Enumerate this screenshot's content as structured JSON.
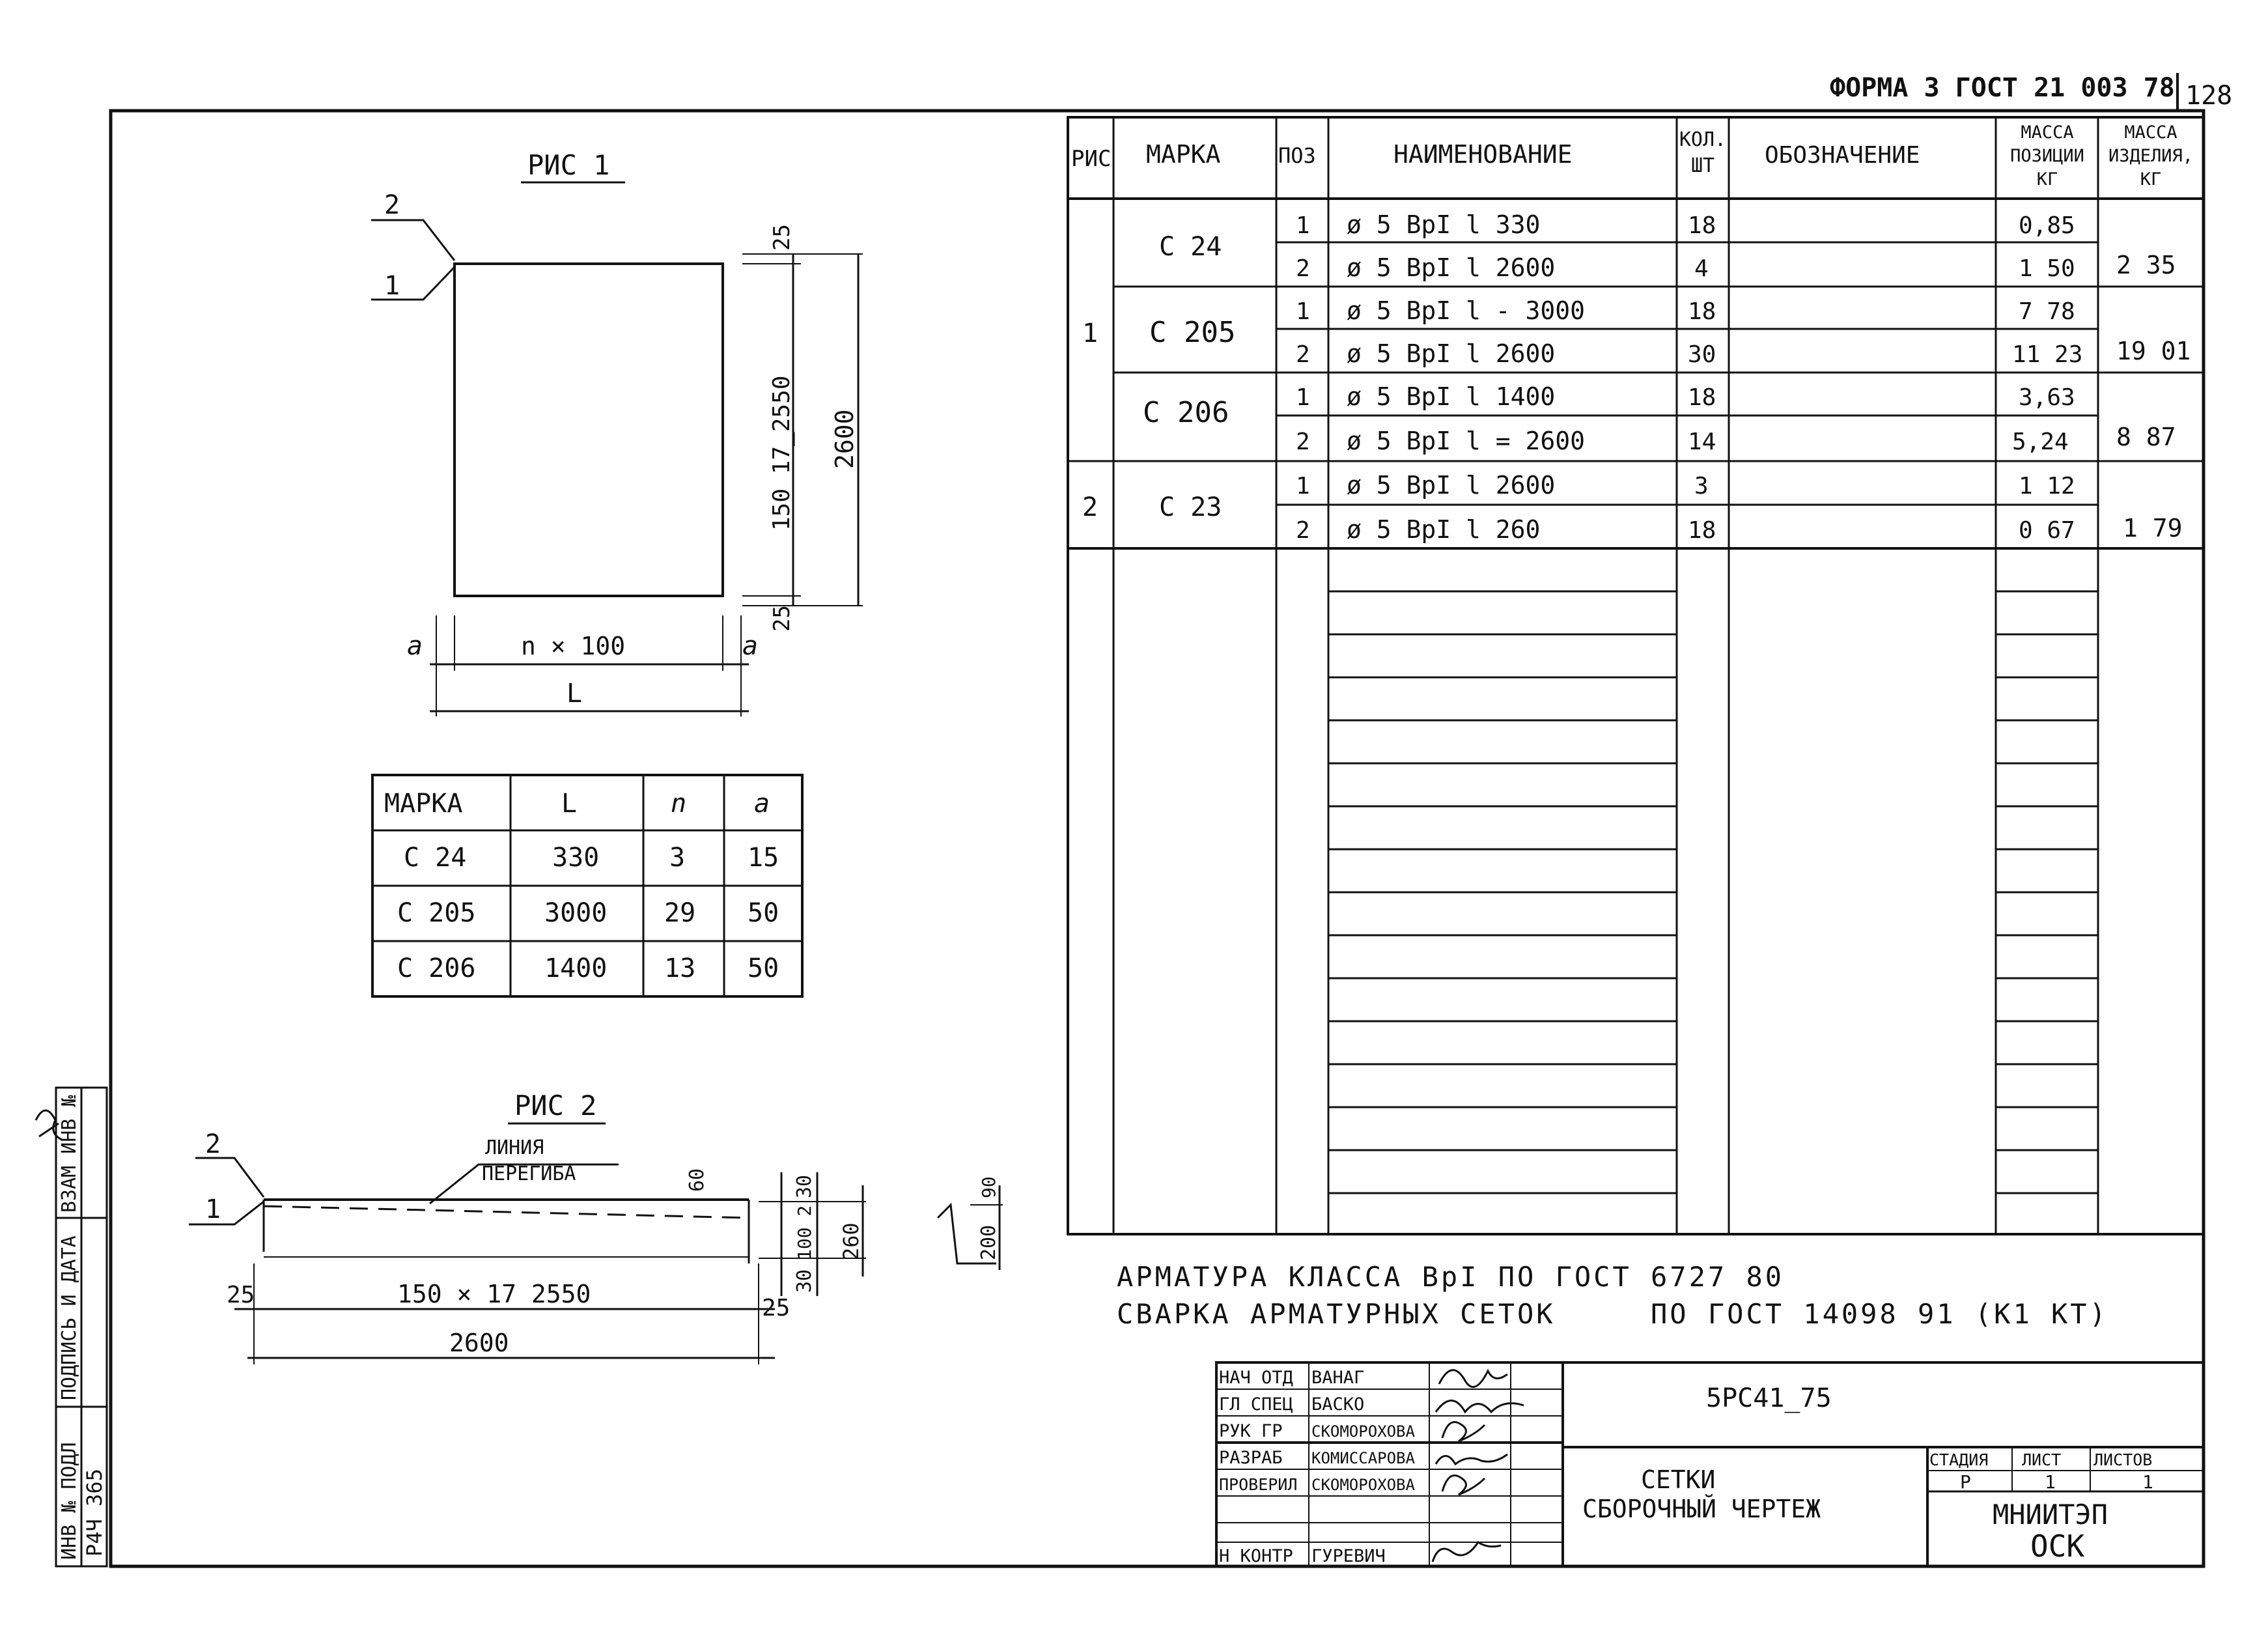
{
  "page_header": {
    "form_label": "ФОРМА 3 ГОСТ 21 003 78",
    "page_number": "128"
  },
  "fig1": {
    "title": "РИС 1",
    "pos_labels": [
      "2",
      "1"
    ],
    "dim_top": "25",
    "dim_side": "150 17_2550",
    "dim_total": "2600",
    "dim_bottom": "25",
    "dim_a_left": "a",
    "dim_a_right": "a",
    "dim_n": "n × 100",
    "dim_L": "L"
  },
  "dims_table": {
    "headers": [
      "МАРКА",
      "L",
      "n",
      "a"
    ],
    "rows": [
      [
        "С 24",
        "330",
        "3",
        "15"
      ],
      [
        "С 205",
        "3000",
        "29",
        "50"
      ],
      [
        "С 206",
        "1400",
        "13",
        "50"
      ]
    ]
  },
  "fig2": {
    "title": "РИС 2",
    "pos_labels": [
      "2",
      "1"
    ],
    "bend_line": [
      "ЛИНИЯ",
      "ПЕРЕГИБА"
    ],
    "dim_60": "60",
    "dim_30_top": "30",
    "dim_100": "100 2",
    "dim_260": "260",
    "dim_30_bot": "30",
    "dim_25_left": "25",
    "dim_25_right": "25",
    "dim_span": "150 × 17  2550",
    "dim_total": "2600",
    "detail_200": "200",
    "detail_90": "90"
  },
  "spec_table": {
    "headers": [
      "РИС",
      "МАРКА",
      "ПОЗ",
      "НАИМЕНОВАНИЕ",
      "КОЛ. ШТ",
      "ОБОЗНАЧЕНИЕ",
      "МАССА ПОЗИЦИИ КГ",
      "МАССА ИЗДЕЛИЯ, КГ"
    ],
    "groups": [
      {
        "ris": "1",
        "items": [
          {
            "marka": "С 24",
            "mass_izd": "2 35",
            "rows": [
              {
                "poz": "1",
                "name": "ø 5 ВрI  l  330",
                "kol": "18",
                "mass": "0,85"
              },
              {
                "poz": "2",
                "name": "ø 5 ВрI  l  2600",
                "kol": "4",
                "mass": "1 50"
              }
            ]
          },
          {
            "marka": "С 205",
            "mass_izd": "19 01",
            "rows": [
              {
                "poz": "1",
                "name": "ø 5 ВрI  l - 3000",
                "kol": "18",
                "mass": "7 78"
              },
              {
                "poz": "2",
                "name": "ø 5 ВрI  l  2600",
                "kol": "30",
                "mass": "11 23"
              }
            ]
          },
          {
            "marka": "С 206",
            "mass_izd": "8 87",
            "rows": [
              {
                "poz": "1",
                "name": "ø 5 ВрI  l  1400",
                "kol": "18",
                "mass": "3,63"
              },
              {
                "poz": "2",
                "name": "ø 5 ВрI  l = 2600",
                "kol": "14",
                "mass": "5,24"
              }
            ]
          }
        ]
      },
      {
        "ris": "2",
        "items": [
          {
            "marka": "С 23",
            "mass_izd": "1 79",
            "rows": [
              {
                "poz": "1",
                "name": "ø 5 ВрI  l  2600",
                "kol": "3",
                "mass": "1 12"
              },
              {
                "poz": "2",
                "name": "ø 5 ВрI  l  260",
                "kol": "18",
                "mass": "0 67"
              }
            ]
          }
        ]
      }
    ]
  },
  "notes": [
    "АРМАТУРА КЛАССА ВрI ПО ГОСТ 6727 80",
    "СВАРКА АРМАТУРНЫХ СЕТОК     ПО ГОСТ 14098 91 (К1 КТ)"
  ],
  "title_block": {
    "roles": [
      {
        "role": "НАЧ ОТД",
        "name": "ВАНАГ"
      },
      {
        "role": "ГЛ СПЕЦ",
        "name": "БАСКО"
      },
      {
        "role": "РУК ГР",
        "name": "СКОМОРОХОВА"
      },
      {
        "role": "РАЗРАБ",
        "name": "КОМИССАРОВА"
      },
      {
        "role": "ПРОВЕРИЛ",
        "name": "СКОМОРОХОВА"
      },
      {
        "role": "",
        "name": ""
      },
      {
        "role": "Н КОНТР",
        "name": "ГУРЕВИЧ"
      }
    ],
    "code": "5РС41_75",
    "title_line1": "СЕТКИ",
    "title_line2": "СБОРОЧНЫЙ ЧЕРТЕЖ",
    "stage_label": "СТАДИЯ",
    "sheet_label": "ЛИСТ",
    "sheets_label": "ЛИСТОВ",
    "stage": "Р",
    "sheet": "1",
    "sheets": "1",
    "org_line1": "МНИИТЭП",
    "org_line2": "ОСК"
  },
  "left_strip": {
    "labels": [
      "ИНВ № ПОДЛ",
      "ПОДПИСЬ И ДАТА",
      "ВЗАМ ИНВ №"
    ],
    "inv_number": "Р4Ч 365"
  }
}
